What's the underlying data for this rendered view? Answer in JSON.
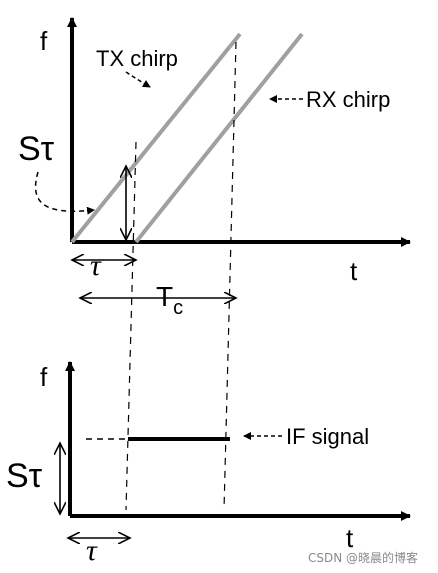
{
  "top_plot": {
    "y_axis_label": "f",
    "x_axis_label": "t",
    "tx_label": "TX chirp",
    "rx_label": "RX chirp",
    "slope_label": "Sτ",
    "delay_label": "τ",
    "period_label_main": "T",
    "period_label_sub": "c"
  },
  "bottom_plot": {
    "y_axis_label": "f",
    "x_axis_label": "t",
    "if_label": "IF signal",
    "level_label": "Sτ",
    "delay_label": "τ"
  },
  "watermark": "CSDN @晓晨的博客",
  "colors": {
    "chirp_line": "#a0a0a0",
    "ink": "#000000"
  }
}
